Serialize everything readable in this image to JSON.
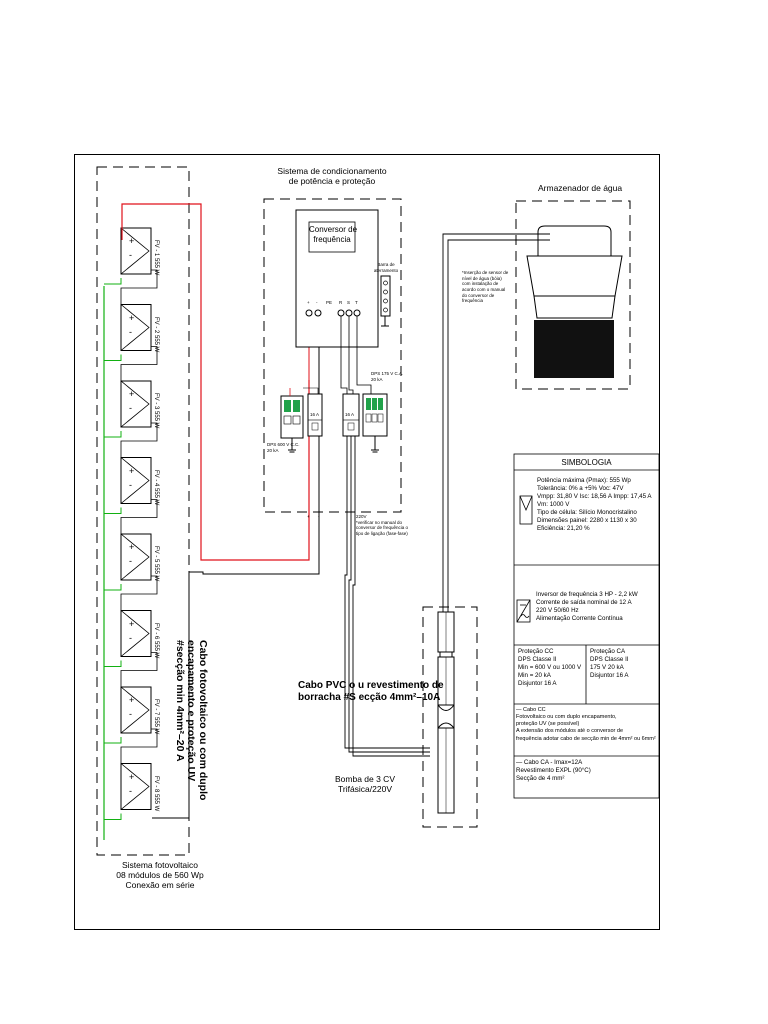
{
  "pv_system": {
    "title_lines": [
      "Sistema fotovoltaico",
      "08 módulos de 560 Wp",
      "Conexão em série"
    ],
    "modules": [
      {
        "power": "555 W",
        "index": "1"
      },
      {
        "power": "555 W",
        "index": "2"
      },
      {
        "power": "555 W",
        "index": "3"
      },
      {
        "power": "555 W",
        "index": "4"
      },
      {
        "power": "555 W",
        "index": "5"
      },
      {
        "power": "555 W",
        "index": "6"
      },
      {
        "power": "555 W",
        "index": "7"
      },
      {
        "power": "555 W",
        "index": "8"
      }
    ],
    "module_prefix": "FV - ",
    "plus": "+",
    "minus": "-",
    "cable_note_lines": [
      "Cabo fotovoltaico ou com duplo",
      "encapamento e proteção UV",
      "#secção min 4mm²–20 A"
    ]
  },
  "conditioning": {
    "title_lines": [
      "Sistema de condicionamento",
      "de potência e proteção"
    ],
    "inverter_label_lines": [
      "Conversor de",
      "frequência"
    ],
    "terminals": [
      "+",
      "-",
      "PE",
      "R",
      "S",
      "T"
    ],
    "grounding_bar_lines": [
      "Barra de",
      "aterramento"
    ],
    "dps_cc_lines": [
      "DPS 600 V C.C.",
      "20 kA"
    ],
    "dps_ca_lines": [
      "DPS 175 V C.A.",
      "20 kA"
    ],
    "breaker_label": "16 A",
    "voltage_note_lines": [
      "220V",
      "*verificar no manual do",
      "conversor de frequência o",
      "tipo de ligação (fase-fase)"
    ],
    "bottom_marks": [
      "+",
      "-"
    ]
  },
  "storage": {
    "title": "Armazenador de água",
    "sensor_note_lines": [
      "*Inserção de sensor de",
      "nível de água (bóia)",
      "com instalação de",
      "acordo com o manual",
      "do conversor de",
      "frequência"
    ]
  },
  "cable_pvc_lines": [
    "Cabo PVC o u revestimento de",
    "borracha #S ecção 4mm²–10A"
  ],
  "pump_lines": [
    "Bomba de 3 CV",
    "Trifásica/220V"
  ],
  "legend": {
    "title": "SIMBOLOGIA",
    "module_specs": [
      "Potência máxima (Pmax): 555 Wp",
      "Tolerância: 0% a +5% Voc: 47V",
      "Vmpp: 31,80 V Isc: 18,56 A Impp: 17,45 A",
      "Vm: 1000 V",
      "Tipo de célula: Silício Monocristalino",
      "Dimensões painel: 2280 x 1130 x 30",
      "Eficiência: 21,20 %"
    ],
    "inverter_specs": [
      "Inversor de frequência 3 HP - 2,2 kW",
      "Corrente de saída nominal de 12 A",
      "220 V 50/60 Hz",
      "Alimentação Corrente Contínua"
    ],
    "protection_cc": [
      "Proteção CC",
      "DPS Classe II",
      "Min = 600 V ou 1000 V",
      "Min = 20 kA",
      "Disjuntor 16 A"
    ],
    "protection_ca": [
      "Proteção CA",
      "DPS Classe II",
      "175 V 20 kA",
      "Disjuntor 16 A"
    ],
    "cable_cc": [
      "— Cabo CC",
      "Fotovoltaico ou com duplo encapamento,",
      "proteção UV (se possível)",
      "A extensão dos módulos até o conversor de",
      "frequência adotar cabo de secção min de 4mm² ou 6mm²"
    ],
    "cable_ca": [
      "— Cabo CA - Imax=12A",
      "Revestimento EXPL (90°C)",
      "Secção de 4 mm²"
    ]
  },
  "colors": {
    "positive_wire": "#e0121a",
    "ground_wire": "#12b012",
    "negative_wire": "#000000",
    "surge_green": "#21a24a"
  }
}
